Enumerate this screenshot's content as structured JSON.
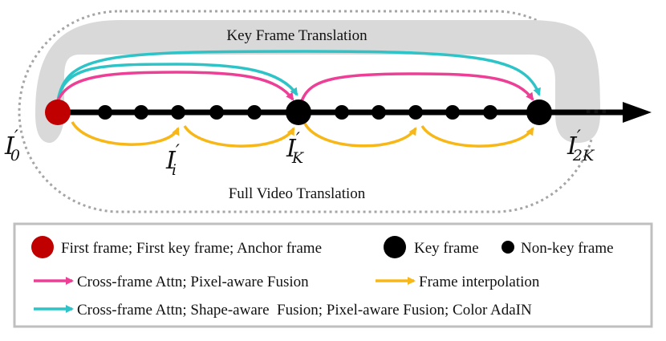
{
  "diagram": {
    "regions": {
      "key_frame_label": "Key Frame Translation",
      "full_video_label": "Full Video Translation"
    },
    "frame_labels": {
      "anchor": {
        "main": "I",
        "sub": "0",
        "prime": "′"
      },
      "intermediate": {
        "main": "I",
        "sub": "i",
        "prime": "′"
      },
      "key_k": {
        "main": "I",
        "sub": "K",
        "prime": "′"
      },
      "key_2k": {
        "main": "I",
        "sub": "2K",
        "prime": "′"
      }
    },
    "continuation": "···",
    "colors": {
      "anchor": "#c00000",
      "frame": "#000000",
      "pink_arrow": "#ec3f95",
      "cyan_arrow": "#2ec4c7",
      "yellow_arrow": "#f7b718",
      "key_region": "#d9d9d9",
      "dotted_outline": "#a6a6a6"
    }
  },
  "legend": {
    "row1": {
      "anchor": "First frame; First key frame; Anchor frame",
      "key": "Key frame",
      "nonkey": "Non-key frame"
    },
    "row2": {
      "pink": "Cross-frame Attn; Pixel-aware Fusion",
      "yellow": "Frame interpolation"
    },
    "row3": {
      "cyan": "Cross-frame Attn; Shape-aware  Fusion; Pixel-aware Fusion; Color AdaIN"
    }
  }
}
